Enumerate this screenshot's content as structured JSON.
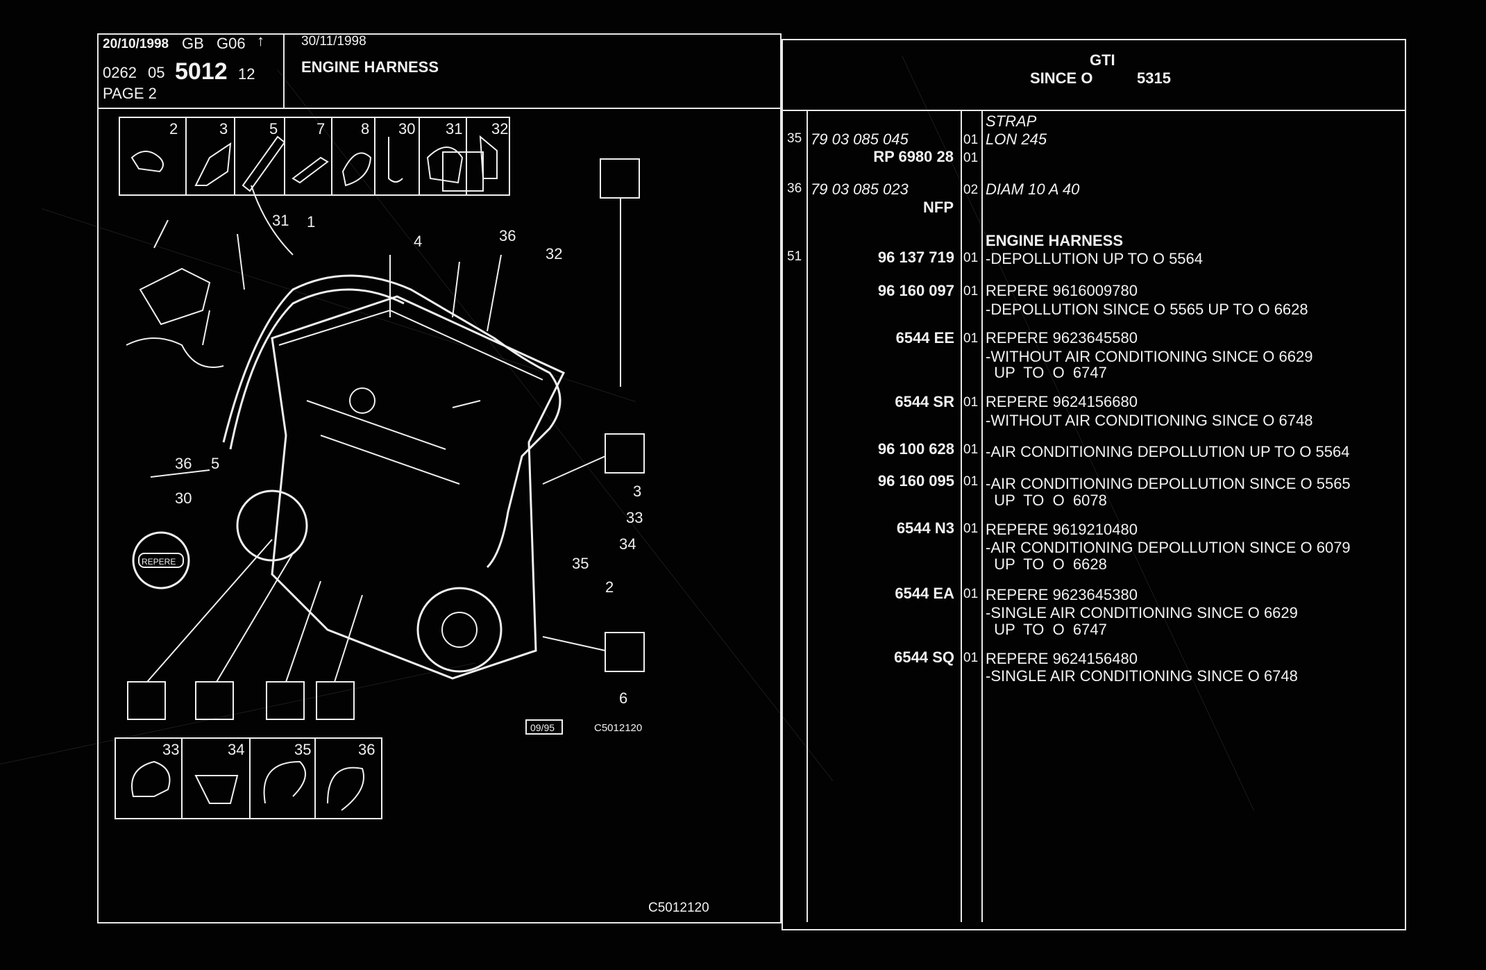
{
  "header": {
    "date1": "20/10/1998",
    "lang": "GB",
    "group": "G06",
    "code_prefix": "0262",
    "code_mid": "05",
    "code_main": "5012",
    "code_suffix": "12",
    "page": "PAGE 2",
    "date2": "30/11/1998",
    "title": "ENGINE HARNESS",
    "model": "GTI",
    "since": "SINCE O",
    "since_number": "5315"
  },
  "diagram": {
    "top_parts": [
      "2",
      "3",
      "5",
      "7",
      "8",
      "30",
      "31",
      "32"
    ],
    "bottom_parts": [
      "33",
      "34",
      "35",
      "36"
    ],
    "callouts": [
      "31",
      "1",
      "4",
      "36",
      "32",
      "36",
      "5",
      "30",
      "3",
      "33",
      "34",
      "35",
      "2",
      "6"
    ],
    "repere_label": "REPERE",
    "date_box": "09/95",
    "code_small": "C5012120",
    "code_bottom": "C5012120"
  },
  "parts": [
    {
      "item": "35",
      "ref": "79 03 085 045",
      "ref_style": "italic",
      "qty": "01",
      "desc": [
        "STRAP",
        "LON 245"
      ],
      "desc_style": "italic",
      "sub_ref": "RP  6980 28",
      "sub_qty": "01"
    },
    {
      "item": "36",
      "ref": "79 03 085 023",
      "ref_style": "italic",
      "qty": "02",
      "desc": [
        "DIAM 10 A 40"
      ],
      "desc_style": "italic",
      "sub_ref": "NFP",
      "sub_qty": ""
    },
    {
      "item": "",
      "ref": "",
      "qty": "",
      "desc": [
        "ENGINE HARNESS"
      ],
      "desc_style": "bold"
    },
    {
      "item": "51",
      "ref": "96 137 719",
      "qty": "01",
      "desc": [
        "-DEPOLLUTION UP TO  O  5564"
      ]
    },
    {
      "item": "",
      "ref": "96 160 097",
      "qty": "01",
      "desc": [
        "REPERE  9616009780",
        "-DEPOLLUTION SINCE  O  5565 UP  TO  O  6628"
      ]
    },
    {
      "item": "",
      "ref": "6544 EE",
      "qty": "01",
      "desc": [
        "REPERE  9623645580",
        "-WITHOUT AIR CONDITIONING SINCE  O  6629",
        "  UP  TO  O  6747"
      ]
    },
    {
      "item": "",
      "ref": "6544 SR",
      "qty": "01",
      "desc": [
        "REPERE  9624156680",
        "-WITHOUT AIR CONDITIONING SINCE  O  6748"
      ]
    },
    {
      "item": "",
      "ref": "96 100 628",
      "qty": "01",
      "desc": [
        "-AIR CONDITIONING DEPOLLUTION UP  TO  O  5564"
      ]
    },
    {
      "item": "",
      "ref": "96 160 095",
      "qty": "01",
      "desc": [
        "-AIR CONDITIONING DEPOLLUTION SINCE  O  5565",
        "  UP  TO  O  6078"
      ]
    },
    {
      "item": "",
      "ref": "6544 N3",
      "qty": "01",
      "desc": [
        "REPERE  9619210480",
        "-AIR CONDITIONING DEPOLLUTION SINCE  O  6079",
        "  UP  TO  O  6628"
      ]
    },
    {
      "item": "",
      "ref": "6544 EA",
      "qty": "01",
      "desc": [
        "REPERE  9623645380",
        "-SINGLE AIR CONDITIONING SINCE  O  6629",
        "  UP  TO  O  6747"
      ]
    },
    {
      "item": "",
      "ref": "6544 SQ",
      "qty": "01",
      "desc": [
        "REPERE  9624156480",
        "-SINGLE AIR CONDITIONING SINCE  O  6748"
      ]
    }
  ]
}
